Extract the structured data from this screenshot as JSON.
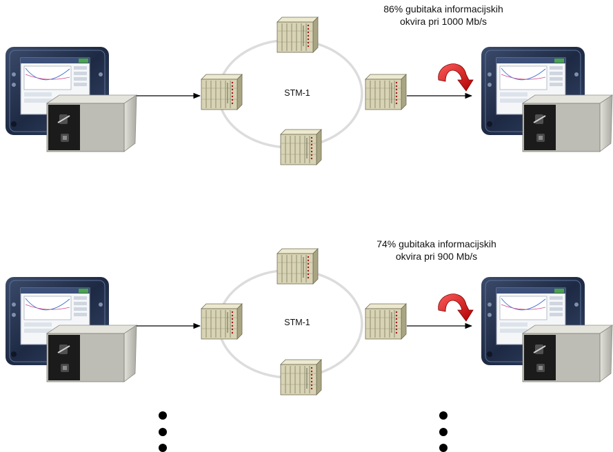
{
  "panels": [
    {
      "id": "panel-1000",
      "caption_line1": "86% gubitaka informacijskih",
      "caption_line2": "okvira pri 1000 Mb/s",
      "ring_label": "STM-1"
    },
    {
      "id": "panel-900",
      "caption_line1": "74% gubitaka informacijskih",
      "caption_line2": "okvira pri 900 Mb/s",
      "ring_label": "STM-1"
    }
  ],
  "colors": {
    "ring": "#dcdcdc",
    "node_face": "#d7d3b4",
    "node_side": "#a9a583",
    "node_top": "#ece9d0",
    "arrow": "#000000",
    "loop_arrow": "#e01010",
    "tester_body": "#23304a",
    "tester_screen": "#f4f6f8",
    "module_case": "#c9c9c2",
    "module_face": "#1b1b1b"
  },
  "continuation_marker": "three-dots-vertical"
}
